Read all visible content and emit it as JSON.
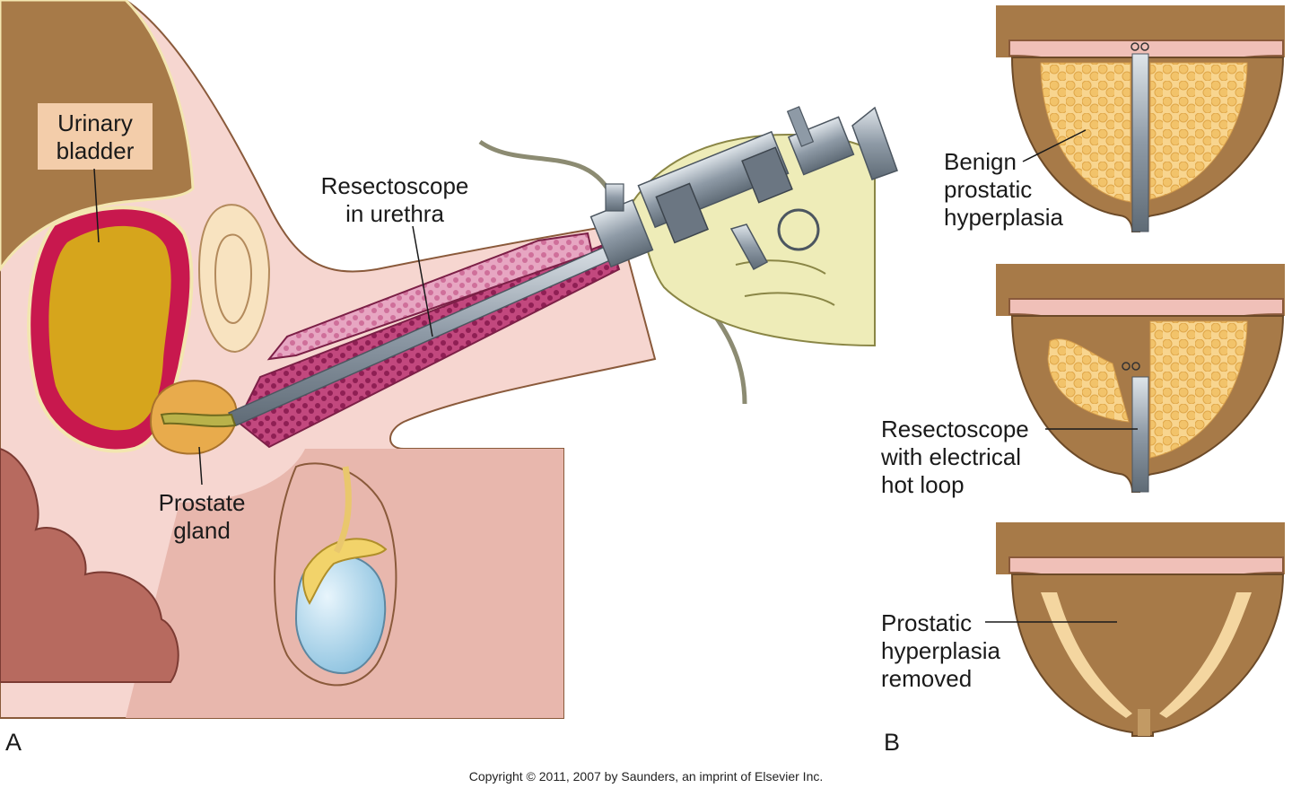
{
  "panel_a": {
    "letter": "A",
    "labels": {
      "urinary_bladder_line1": "Urinary",
      "urinary_bladder_line2": "bladder",
      "resectoscope_line1": "Resectoscope",
      "resectoscope_line2": "in urethra",
      "prostate_line1": "Prostate",
      "prostate_line2": "gland"
    }
  },
  "panel_b": {
    "letter": "B",
    "labels": {
      "bph_line1": "Benign",
      "bph_line2": "prostatic",
      "bph_line3": "hyperplasia",
      "loop_line1": "Resectoscope",
      "loop_line2": "with electrical",
      "loop_line3": "hot loop",
      "removed_line1": "Prostatic",
      "removed_line2": "hyperplasia",
      "removed_line3": "removed"
    }
  },
  "copyright": "Copyright © 2011, 2007 by Saunders, an imprint of Elsevier Inc.",
  "colors": {
    "skin": "#f6d6d0",
    "bladder_wall": "#c8184e",
    "bladder_lumen": "#d6a51c",
    "brown_tissue": "#a77a48",
    "prostate": "#e8ab4c",
    "urethra": "#c2487e",
    "instrument": "#8e9aa6",
    "glove": "#eeecb8",
    "testis": "#a9d3ea"
  }
}
